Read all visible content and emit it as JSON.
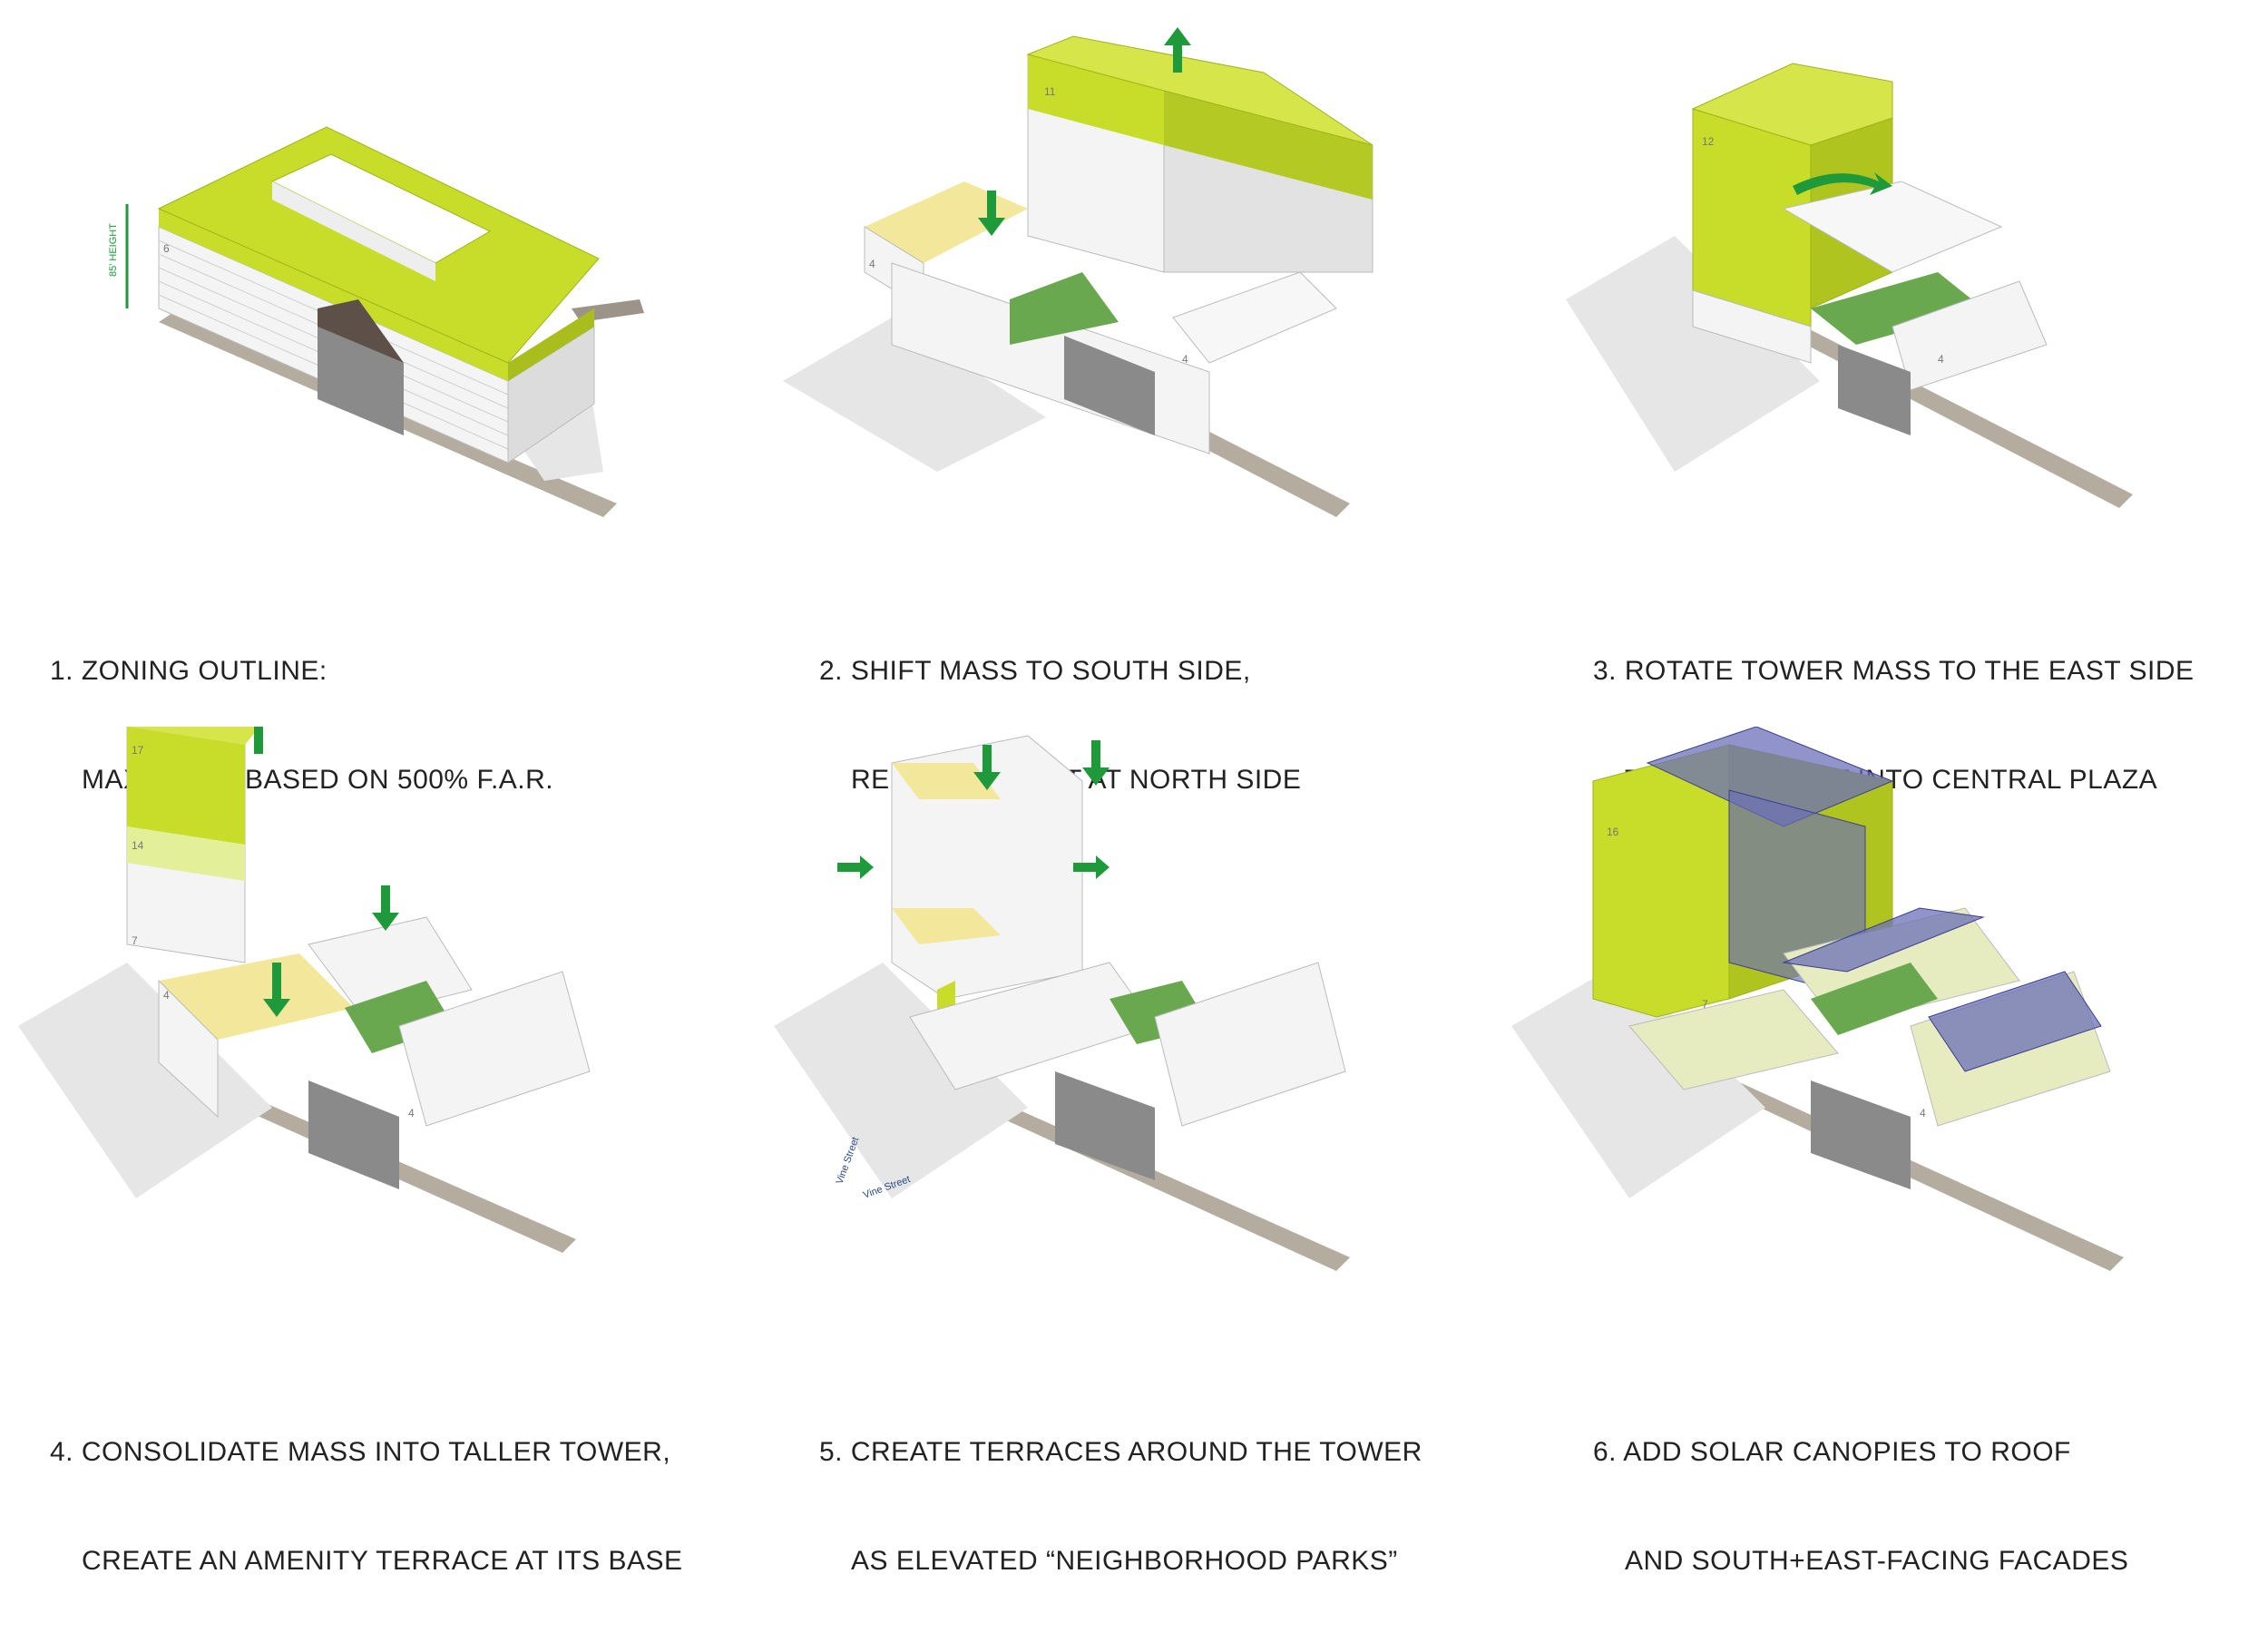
{
  "colors": {
    "lime": "#c8dc2a",
    "lime_light": "#e4ef9a",
    "green_arrow": "#1f9a3a",
    "green_plaza": "#6aa84f",
    "white_mass": "#f4f4f4",
    "grey_mass": "#d9d9d9",
    "shadow": "#e6e6e6",
    "street": "#b5aca0",
    "solar": "#6b70b8"
  },
  "icons": [
    "up-arrow-icon",
    "down-arrow-icon",
    "rotate-arrow-icon",
    "side-arrow-icon"
  ],
  "panels": [
    {
      "line1": "1. ZONING OUTLINE:",
      "line2": "MAXIMIZED BASED ON 500% F.A.R.",
      "labels": {
        "height": "85' HEIGHT",
        "floor": "6"
      }
    },
    {
      "line1": "2. SHIFT MASS TO SOUTH SIDE,",
      "line2": "REDUCE HEIGHT AT NORTH SIDE",
      "labels": {
        "top": "11",
        "base": "4",
        "east": "4"
      }
    },
    {
      "line1": "3. ROTATE TOWER MASS TO THE EAST SIDE",
      "line2": "TO BRING LIGHT INTO CENTRAL PLAZA",
      "labels": {
        "top": "12",
        "east": "4"
      }
    },
    {
      "line1": "4. CONSOLIDATE MASS INTO TALLER TOWER,",
      "line2": "CREATE AN AMENITY TERRACE AT ITS BASE",
      "labels": {
        "top": "17",
        "mid": "14",
        "low": "7",
        "base": "4",
        "east": "4"
      }
    },
    {
      "line1": "5. CREATE TERRACES AROUND THE TOWER",
      "line2": "AS ELEVATED “NEIGHBORHOOD PARKS”",
      "labels": {
        "street1": "Vine Street",
        "street2": "Vine Street"
      }
    },
    {
      "line1": "6. ADD SOLAR CANOPIES TO ROOF",
      "line2": "AND SOUTH+EAST-FACING FACADES",
      "labels": {
        "top": "16",
        "low": "7",
        "east": "4"
      }
    }
  ]
}
